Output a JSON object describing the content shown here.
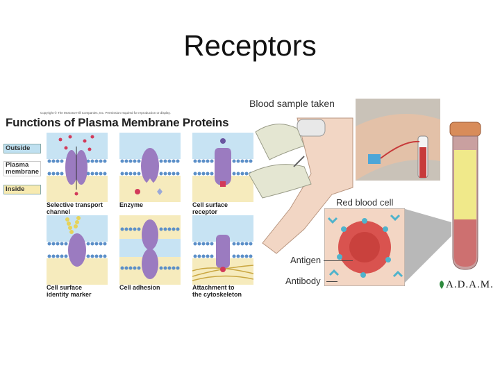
{
  "slide": {
    "title": "Receptors"
  },
  "left_figure": {
    "copyright": "Copyright © The McGraw-Hill Companies, Inc. Permission required for reproduction or display.",
    "title": "Functions of Plasma Membrane Proteins",
    "side_labels": {
      "outside": "Outside",
      "membrane_line1": "Plasma",
      "membrane_line2": "membrane",
      "inside": "Inside"
    },
    "panels": [
      {
        "line1": "Selective transport",
        "line2": "channel"
      },
      {
        "line1": "Enzyme",
        "line2": ""
      },
      {
        "line1": "Cell surface",
        "line2": "receptor"
      },
      {
        "line1": "Cell surface",
        "line2": "identity marker"
      },
      {
        "line1": "Cell adhesion",
        "line2": ""
      },
      {
        "line1": "Attachment to",
        "line2": "the cytoskeleton"
      }
    ]
  },
  "right_figure": {
    "title": "Blood sample taken",
    "rbc_label": "Red blood cell",
    "antigen_label": "Antigen",
    "antibody_label": "Antibody",
    "logo": "A.D.A.M."
  },
  "colors": {
    "membrane_blue": "#5b8fc8",
    "protein_purple": "#9b7bc0",
    "outside_blue": "#bfe0f0",
    "inside_yellow": "#f7eab0",
    "rbc_red": "#d9534f"
  }
}
